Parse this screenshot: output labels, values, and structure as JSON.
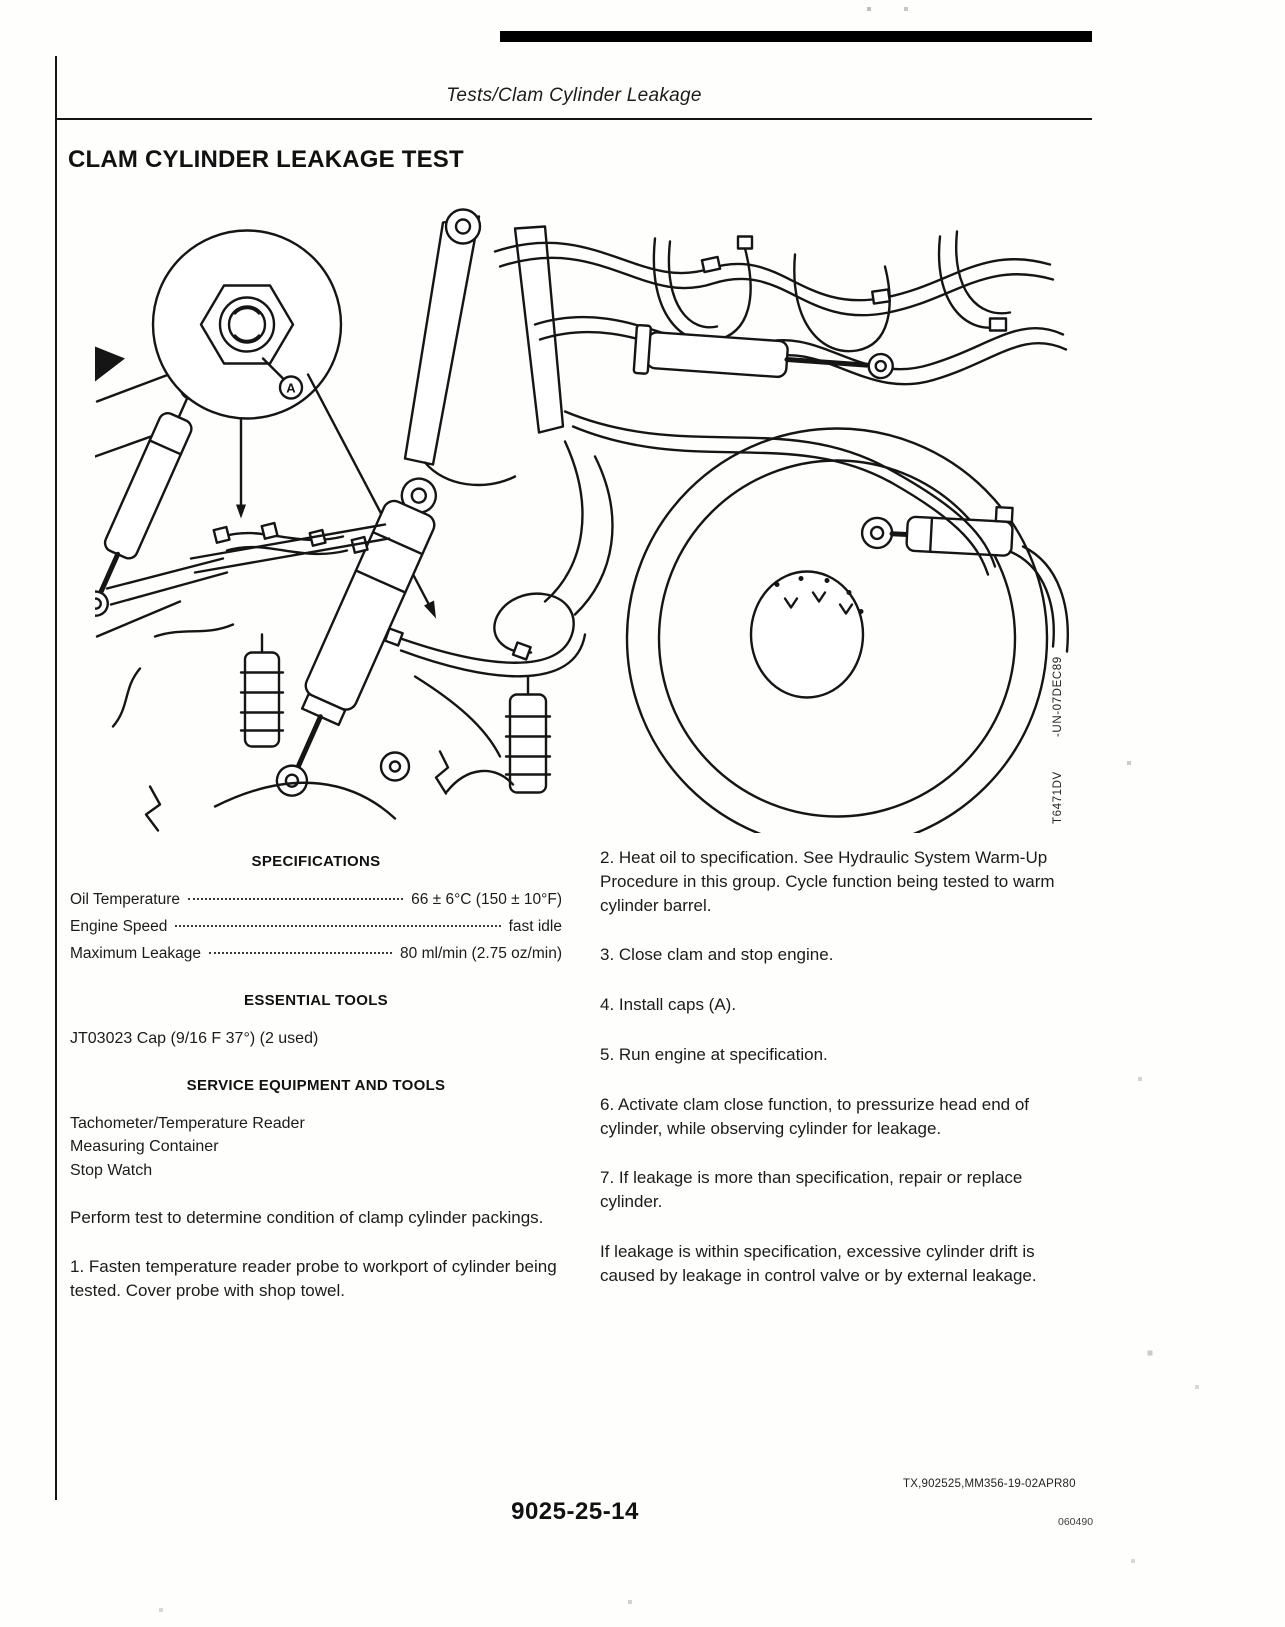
{
  "header": {
    "breadcrumb": "Tests/Clam Cylinder Leakage"
  },
  "title": "CLAM CYLINDER LEAKAGE TEST",
  "figure": {
    "callout_label": "A",
    "photo_id": "T6471DV",
    "negative_id": "-UN-07DEC89"
  },
  "specifications": {
    "heading": "SPECIFICATIONS",
    "rows": [
      {
        "label": "Oil Temperature",
        "value": "66 ± 6°C (150 ± 10°F)"
      },
      {
        "label": "Engine Speed",
        "value": "fast idle"
      },
      {
        "label": "Maximum Leakage",
        "value": "80 ml/min (2.75 oz/min)"
      }
    ]
  },
  "essential_tools": {
    "heading": "ESSENTIAL TOOLS",
    "items": [
      "JT03023 Cap (9/16 F 37°) (2 used)"
    ]
  },
  "service_equipment": {
    "heading": "SERVICE EQUIPMENT AND TOOLS",
    "items": [
      "Tachometer/Temperature Reader",
      "Measuring Container",
      "Stop Watch"
    ]
  },
  "left_paragraphs": [
    "Perform test to determine condition of clamp cylinder packings.",
    "1. Fasten temperature reader probe to workport of cylinder being tested. Cover probe with shop towel."
  ],
  "right_paragraphs": [
    "2. Heat oil to specification. See Hydraulic System Warm-Up Procedure in this group. Cycle function being tested to warm cylinder barrel.",
    "3. Close clam and stop engine.",
    "4. Install caps (A).",
    "5. Run engine at specification.",
    "6. Activate clam close function, to pressurize head end of cylinder, while observing cylinder for leakage.",
    "7. If leakage is more than specification, repair or replace cylinder.",
    "If leakage is within specification, excessive cylinder drift is caused by leakage in control valve or by external leakage."
  ],
  "footer": {
    "doc_code": "TX,902525,MM356-19-02APR80",
    "page_number": "9025-25-14",
    "print_code": "060490"
  }
}
